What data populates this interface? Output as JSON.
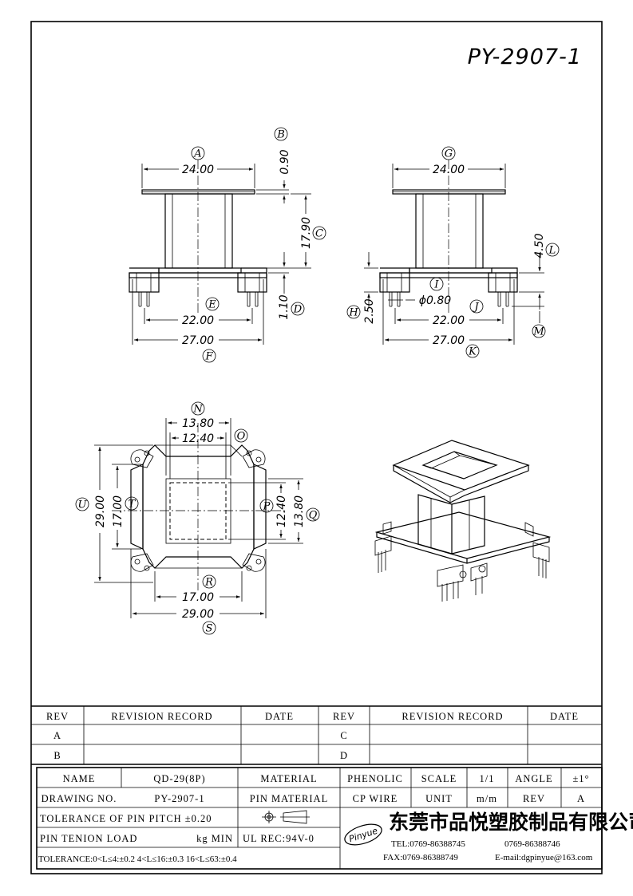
{
  "drawing_title": "PY-2907-1",
  "dimensions": {
    "A": {
      "letter": "A",
      "value": "24.00"
    },
    "B": {
      "letter": "B",
      "value": "0.90"
    },
    "C": {
      "letter": "C",
      "value": "17.90"
    },
    "D": {
      "letter": "D",
      "value": "1.10"
    },
    "E": {
      "letter": "E",
      "value": "22.00"
    },
    "F": {
      "letter": "F",
      "value": "27.00"
    },
    "G": {
      "letter": "G",
      "value": "24.00"
    },
    "H": {
      "letter": "H",
      "value": "2.50"
    },
    "I": {
      "letter": "I",
      "value": "ϕ0.80"
    },
    "J": {
      "letter": "J",
      "value": "22.00"
    },
    "K": {
      "letter": "K",
      "value": "27.00"
    },
    "L": {
      "letter": "L",
      "value": "4.50"
    },
    "M": {
      "letter": "M",
      "value": ""
    },
    "N": {
      "letter": "N",
      "value": "13.80"
    },
    "O": {
      "letter": "O",
      "value": "12.40"
    },
    "P": {
      "letter": "P",
      "value": "12.40"
    },
    "Q": {
      "letter": "Q",
      "value": "13.80"
    },
    "R": {
      "letter": "R",
      "value": "17.00"
    },
    "S": {
      "letter": "S",
      "value": "29.00"
    },
    "T": {
      "letter": "T",
      "value": "17.00"
    },
    "U": {
      "letter": "U",
      "value": "29.00"
    }
  },
  "revision_table": {
    "headers": [
      "REV",
      "REVISION RECORD",
      "DATE",
      "REV",
      "REVISION RECORD",
      "DATE"
    ],
    "rows": [
      [
        "A",
        "",
        "",
        "C",
        "",
        ""
      ],
      [
        "B",
        "",
        "",
        "D",
        "",
        ""
      ]
    ]
  },
  "title_block": {
    "name_label": "NAME",
    "name_value": "QD-29(8P)",
    "material_label": "MATERIAL",
    "material_value": "PHENOLIC",
    "scale_label": "SCALE",
    "scale_value": "1/1",
    "angle_label": "ANGLE",
    "angle_value": "±1°",
    "drawing_no_label": "DRAWING NO.",
    "drawing_no_value": "PY-2907-1",
    "pin_material_label": "PIN MATERIAL",
    "pin_material_value": "CP WIRE",
    "unit_label": "UNIT",
    "unit_value": "m/m",
    "rev_label": "REV",
    "rev_value": "A",
    "tolerance_pin_pitch": "TOLERANCE OF PIN PITCH ±0.20",
    "pin_tension_label": "PIN TENION LOAD",
    "pin_tension_unit": "kg MIN",
    "ul_rec": "UL REC:94V-0",
    "tolerance_line": "TOLERANCE:0<L≤4:±0.2  4<L≤16:±0.3  16<L≤63:±0.4",
    "logo_text": "Pinyue",
    "company_name": "东莞市品悦塑胶制品有限公司",
    "tel": "TEL:0769-86388745",
    "tel2": "0769-86388746",
    "fax": "FAX:0769-86388749",
    "email": "E-mail:dgpinyue@163.com"
  }
}
